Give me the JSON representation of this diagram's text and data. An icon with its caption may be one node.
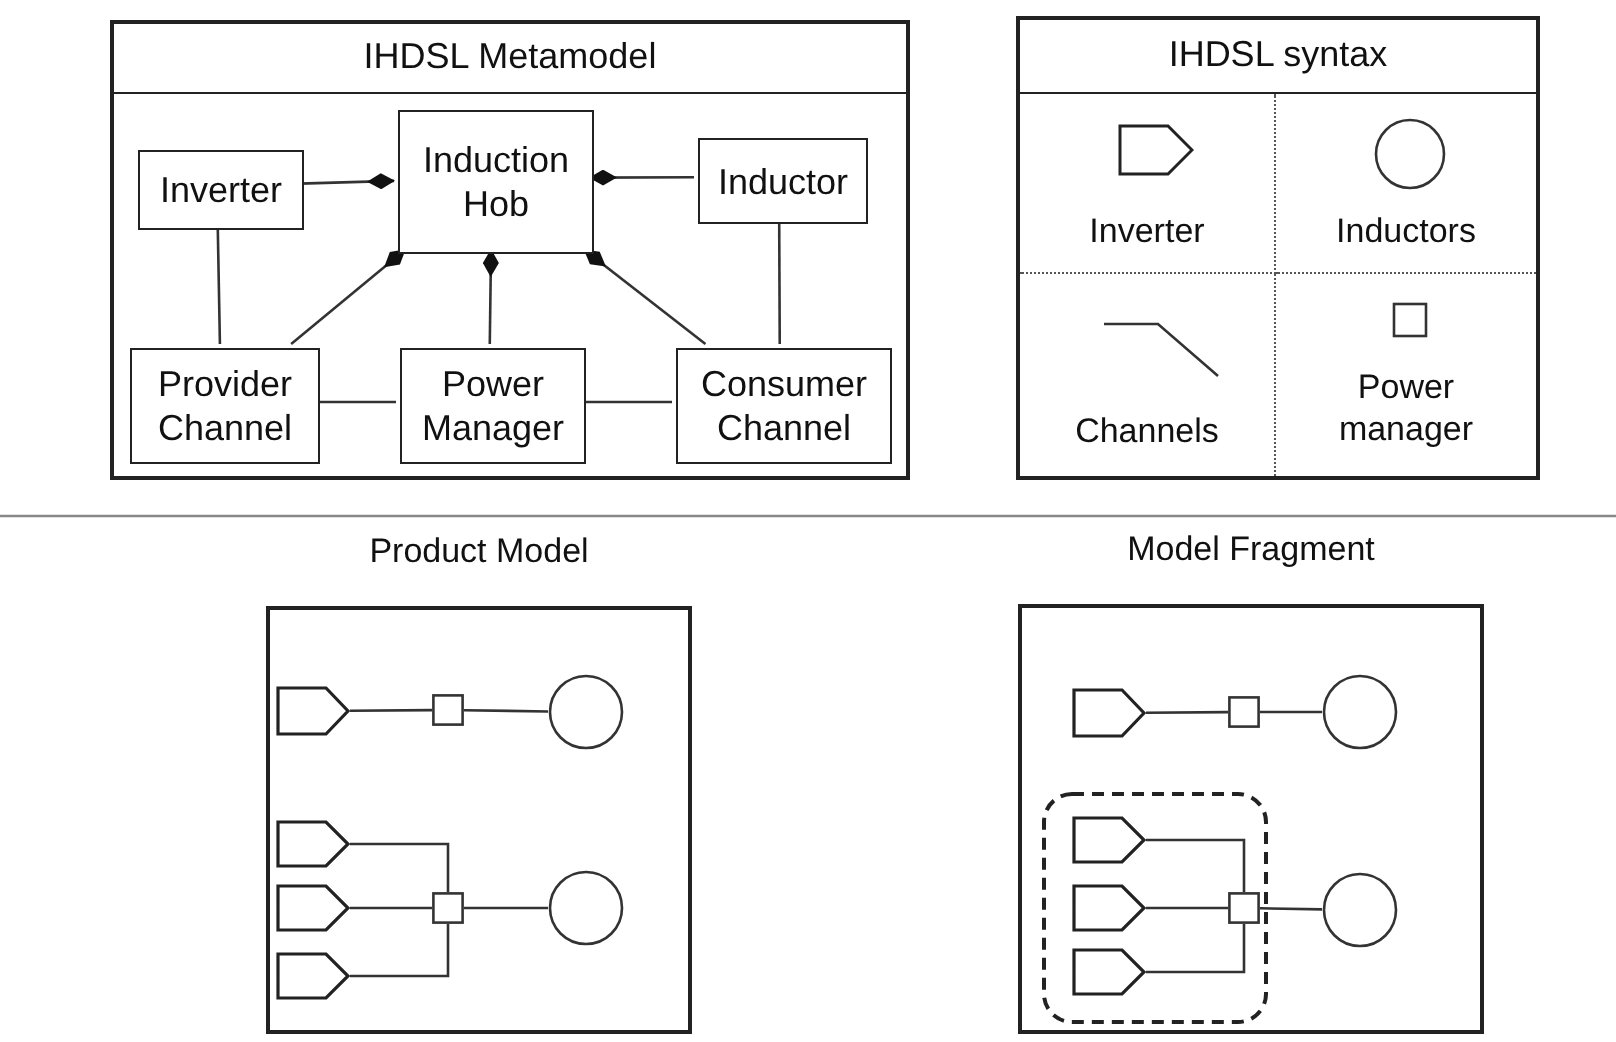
{
  "diagram": {
    "nodes": [
      {
        "text": [
          "IHDSL Metamodel"
        ]
      },
      {
        "text": [
          "Inverter"
        ],
        "in": 0
      },
      {
        "text": [
          "Induction Hob"
        ],
        "in": 0
      },
      {
        "text": [
          "Inductor"
        ],
        "in": 0
      },
      {
        "text": [
          "Provider Channel"
        ],
        "in": 0
      },
      {
        "text": [
          "Power Manager"
        ],
        "in": 0
      },
      {
        "text": [
          "Consumer Channel"
        ],
        "in": 0
      },
      {
        "text": [
          "IHDSL syntax"
        ]
      },
      {
        "text": [
          "Inverter"
        ],
        "in": 7
      },
      {
        "text": [
          "Inductors"
        ],
        "in": 7
      },
      {
        "text": [
          "Channels"
        ],
        "in": 7
      },
      {
        "text": [
          "Power manager"
        ],
        "in": 7
      },
      {
        "text": [
          "Product Model"
        ]
      },
      {
        "text": [],
        "shape": "pentagon",
        "in": 12
      },
      {
        "text": [],
        "shape": "box",
        "in": 12
      },
      {
        "text": [],
        "shape": "circle",
        "in": 12
      },
      {
        "text": [],
        "shape": "pentagon",
        "in": 12
      },
      {
        "text": [],
        "shape": "pentagon",
        "in": 12
      },
      {
        "text": [],
        "shape": "pentagon",
        "in": 12
      },
      {
        "text": [],
        "shape": "box",
        "in": 12
      },
      {
        "text": [],
        "shape": "circle",
        "in": 12
      },
      {
        "text": [
          "Model Fragment"
        ]
      },
      {
        "text": [],
        "shape": "pentagon",
        "in": 21
      },
      {
        "text": [],
        "shape": "box",
        "in": 21
      },
      {
        "text": [],
        "shape": "circle",
        "in": 21
      },
      {
        "text": [],
        "shape": "dashed-box",
        "in": 21
      },
      {
        "text": [],
        "shape": "pentagon",
        "in": 25
      },
      {
        "text": [],
        "shape": "pentagon",
        "in": 25
      },
      {
        "text": [],
        "shape": "pentagon",
        "in": 25
      },
      {
        "text": [],
        "shape": "box",
        "in": 25
      },
      {
        "text": [],
        "shape": "circle",
        "in": 21
      }
    ],
    "edges": [
      {
        "from": 1,
        "to": 2,
        "arrow": "other"
      },
      {
        "from": 3,
        "to": 2,
        "arrow": "other"
      },
      {
        "from": 4,
        "to": 2,
        "arrow": "other"
      },
      {
        "from": 5,
        "to": 2,
        "arrow": "other"
      },
      {
        "from": 6,
        "to": 2,
        "arrow": "other"
      },
      {
        "from": 1,
        "to": 4,
        "arrow": "none"
      },
      {
        "from": 3,
        "to": 6,
        "arrow": "none"
      },
      {
        "from": 4,
        "to": 5,
        "arrow": "none"
      },
      {
        "from": 5,
        "to": 6,
        "arrow": "none"
      },
      {
        "from": 13,
        "to": 14,
        "arrow": "none"
      },
      {
        "from": 14,
        "to": 15,
        "arrow": "none"
      },
      {
        "from": 16,
        "to": 19,
        "arrow": "none"
      },
      {
        "from": 17,
        "to": 19,
        "arrow": "none"
      },
      {
        "from": 18,
        "to": 19,
        "arrow": "none"
      },
      {
        "from": 19,
        "to": 20,
        "arrow": "none"
      },
      {
        "from": 22,
        "to": 23,
        "arrow": "none"
      },
      {
        "from": 23,
        "to": 24,
        "arrow": "none"
      },
      {
        "from": 26,
        "to": 29,
        "arrow": "none"
      },
      {
        "from": 27,
        "to": 29,
        "arrow": "none"
      },
      {
        "from": 28,
        "to": 29,
        "arrow": "none"
      },
      {
        "from": 29,
        "to": 30,
        "arrow": "none"
      }
    ]
  }
}
